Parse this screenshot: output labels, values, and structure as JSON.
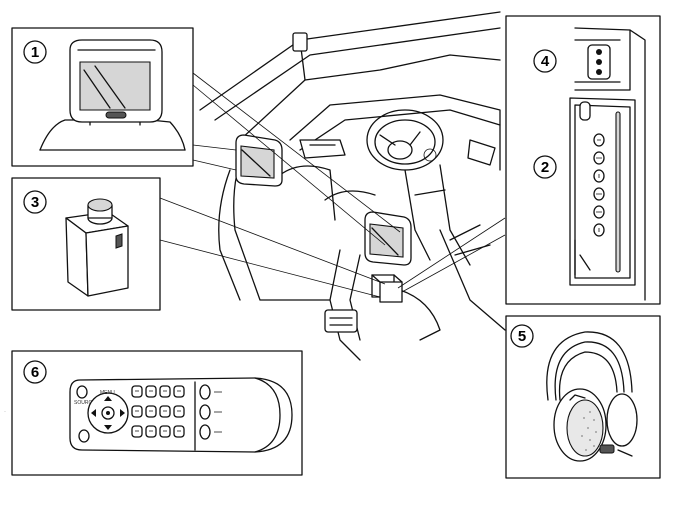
{
  "callouts": [
    {
      "number": "1",
      "component": "headrest-screen"
    },
    {
      "number": "2",
      "component": "media-player"
    },
    {
      "number": "3",
      "component": "control-module"
    },
    {
      "number": "4",
      "component": "switch-panel"
    },
    {
      "number": "5",
      "component": "wireless-headphones"
    },
    {
      "number": "6",
      "component": "remote-control"
    }
  ],
  "remote_labels": {
    "source": "SOURCE",
    "menu": "MENU"
  }
}
